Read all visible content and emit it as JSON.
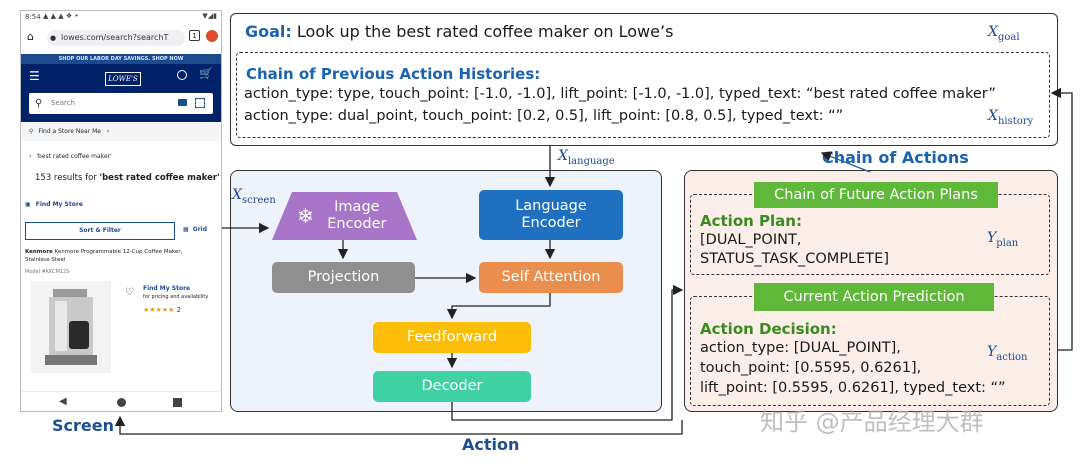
{
  "phone": {
    "status_time": "8:54",
    "url": "lowes.com/search?searchT",
    "promo": "SHOP OUR LABOR DAY SAVINGS. SHOP NOW",
    "logo": "LOWE'S",
    "search_placeholder": "Search",
    "store_link": "Find a Store Near Me",
    "breadcrumb": "'best rated coffee maker'",
    "results_prefix": "153 results for ",
    "results_query": "'best rated coffee maker'",
    "find_my_store": "Find My Store",
    "sort_filter": "Sort & Filter",
    "grid": "Grid",
    "product_brand": "Kenmore",
    "product_title": "Kenmore Programmable 12-Cup Coffee Maker,",
    "product_title2": "Stainless Steel",
    "model": "Model #KKCM12S",
    "find_store2": "Find My Store",
    "pricing": "for pricing and availability",
    "rating_count": "2"
  },
  "goal": {
    "label": "Goal:",
    "text": "Look up the best rated coffee maker on Lowe’s",
    "var": "X",
    "var_sub": "goal"
  },
  "history": {
    "title": "Chain of Previous Action Histories:",
    "line1": "action_type: type, touch_point: [-1.0, -1.0], lift_point: [-1.0, -1.0], typed_text: “best rated coffee maker”",
    "line2": "action_type: dual_point, touch_point: [0.2, 0.5],  lift_point: [0.8, 0.5], typed_text: “”",
    "var": "X",
    "var_sub": "history"
  },
  "model": {
    "x_language": "X",
    "x_language_sub": "language",
    "x_screen": "X",
    "x_screen_sub": "screen",
    "image_encoder": "Image Encoder",
    "language_encoder": "Language Encoder",
    "projection": "Projection",
    "self_attention": "Self Attention",
    "feedforward": "Feedforward",
    "decoder": "Decoder"
  },
  "output": {
    "chain_of_actions": "Chain of Actions",
    "future_plans": "Chain of Future Action Plans",
    "plan_title": "Action Plan:",
    "plan_line1": "[DUAL_POINT,",
    "plan_line2": "STATUS_TASK_COMPLETE]",
    "y_plan": "Y",
    "y_plan_sub": "plan",
    "current_prediction": "Current Action Prediction",
    "decision_title": "Action Decision:",
    "dec_line1": "action_type: [DUAL_POINT],",
    "dec_line2": "touch_point: [0.5595, 0.6261],",
    "dec_line3": "lift_point: [0.5595, 0.6261], typed_text: “”",
    "y_action": "Y",
    "y_action_sub": "action"
  },
  "footer": {
    "screen": "Screen",
    "action": "Action",
    "watermark": "知乎 @产品经理大群"
  },
  "colors": {
    "image_encoder": "#a875c8",
    "language_encoder": "#1f70c1",
    "projection": "#8f8f8f",
    "self_attention": "#e98e4e",
    "feedforward": "#fbbd08",
    "decoder": "#3fd0a3",
    "green_bar": "#5fb83a"
  }
}
